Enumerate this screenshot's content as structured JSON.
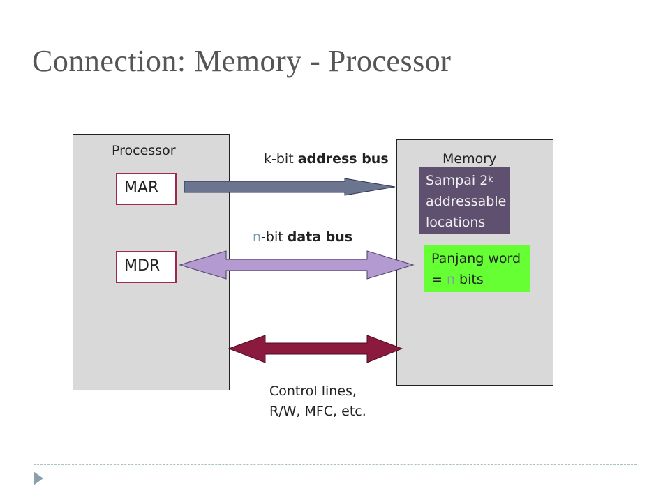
{
  "slide": {
    "title": "Connection: Memory - Processor"
  },
  "processor": {
    "label": "Processor",
    "mar_label": "MAR",
    "mdr_label": "MDR"
  },
  "memory": {
    "label": "Memory",
    "addressable": {
      "line1_prefix": "Sampai 2",
      "line1_sup": "k",
      "line2": "addressable",
      "line3": "locations"
    },
    "word": {
      "line1": "Panjang word",
      "line2_prefix": "= ",
      "line2_n": "n",
      "line2_suffix": " bits"
    }
  },
  "buses": {
    "address": {
      "prefix": "k-bit ",
      "bold": "address bus"
    },
    "data": {
      "n": "n",
      "prefix": "-bit ",
      "bold": "data bus"
    },
    "control": {
      "line1": "Control lines,",
      "line2": "R/W, MFC, etc."
    }
  },
  "colors": {
    "address_arrow": "#6b7590",
    "data_arrow": "#b39ad0",
    "control_arrow": "#8b1a3e",
    "register_border": "#9c2a48",
    "addressable_box": "#60506f",
    "word_box": "#66ff33"
  }
}
